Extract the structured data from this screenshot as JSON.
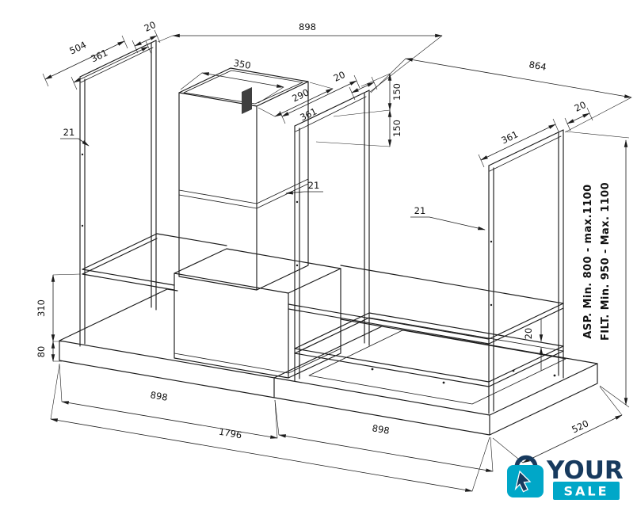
{
  "dims": {
    "depth_overall_left": "504",
    "tube_top_left": "20",
    "width_top": "898",
    "width_top_right": "864",
    "frame_left_depth": "361",
    "chimney_width": "350",
    "chimney_depth": "290",
    "tube_mid": "20",
    "outlet_spacing_upper": "150",
    "outlet_spacing_lower": "150",
    "frame_mid_depth": "361",
    "frame_right_depth": "361",
    "tube_right": "20",
    "thickness_left": "21",
    "thickness_center": "21",
    "thickness_right": "21",
    "shelf_clearance": "310",
    "base_height": "80",
    "width_bottom_left": "898",
    "width_total": "1796",
    "width_bottom_right": "898",
    "depth_base": "520",
    "shelf_thickness": "20"
  },
  "annotations": {
    "asp_range": "ASP.  Min.  800  -  max.1100",
    "filt_range": "FILT.  Min.  950  -  Max. 1100"
  },
  "logo": {
    "brand_top": "YOUR",
    "brand_bottom": "SALE"
  },
  "colors": {
    "line": "#1c1c1c",
    "logo_navy": "#173a5e",
    "logo_teal": "#00a7c8",
    "vent_slot": "#3f3f3f",
    "background": "#ffffff"
  }
}
